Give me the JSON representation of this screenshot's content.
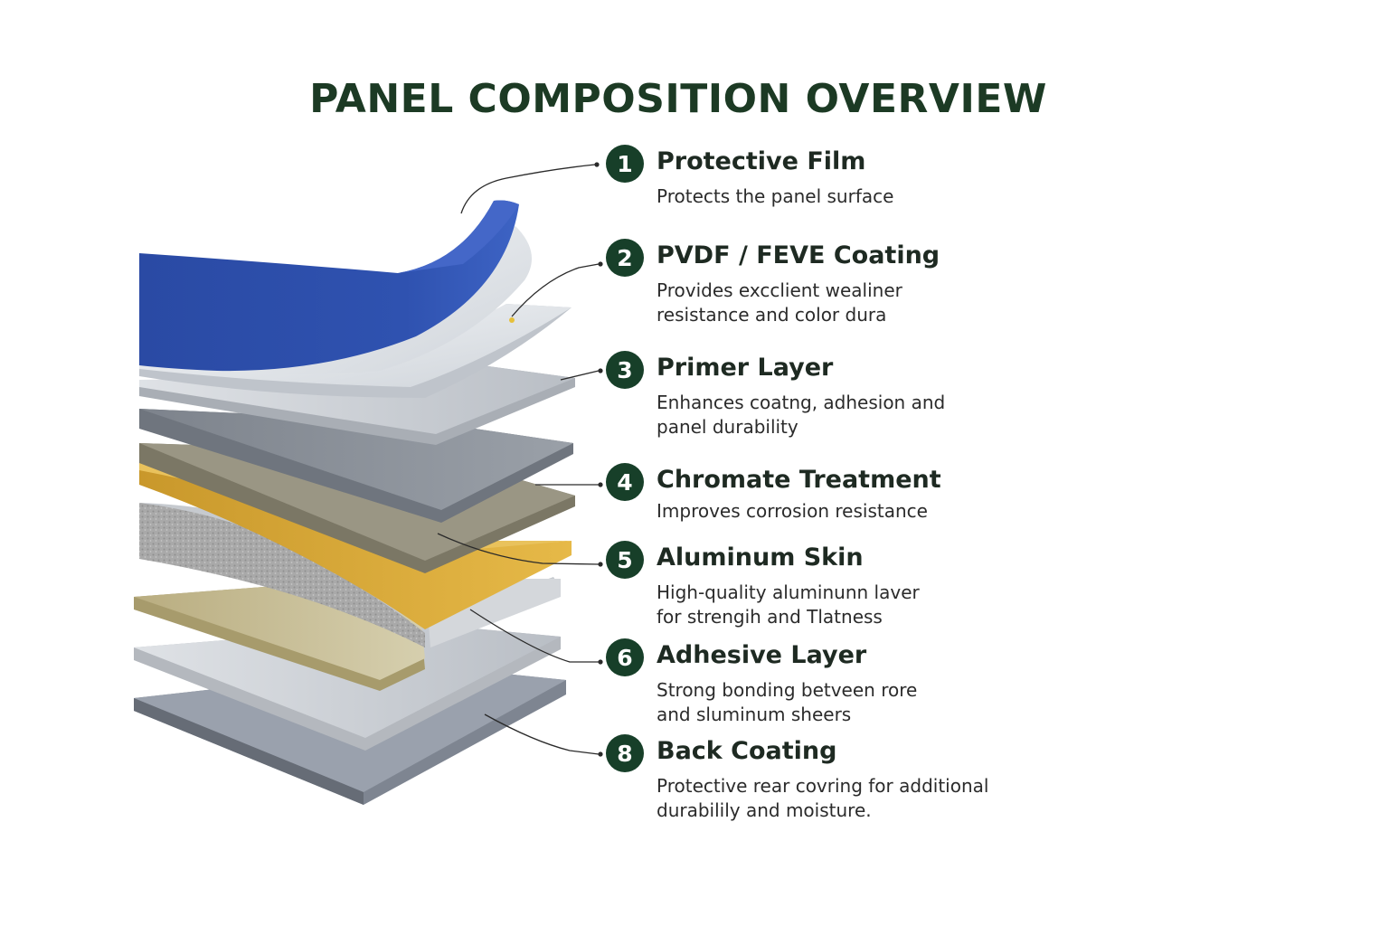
{
  "title": "PANEL COMPOSITION OVERVIEW",
  "layers": [
    {
      "number": "1",
      "name": "Protective Film",
      "description": "Protects the panel surface"
    },
    {
      "number": "2",
      "name": "PVDF / FEVE Coating",
      "description": "Provides excclient wealiner resistance and color dura"
    },
    {
      "number": "3",
      "name": "Primer Layer",
      "description": "Enhances coatng, adhesion and panel durability"
    },
    {
      "number": "4",
      "name": "Chromate Treatment",
      "description": "Improves corrosion resistance"
    },
    {
      "number": "5",
      "name": "Aluminum Skin",
      "description": "High-quality aluminunn laver for strengih and Tlatness"
    },
    {
      "number": "6",
      "name": "Adhesive Layer",
      "description": "Strong bonding betveen rore and sluminum sheers"
    },
    {
      "number": "8",
      "name": "Back Coating",
      "description": "Protective rear covring for additional durabilily and moisture."
    }
  ],
  "colors": {
    "badge": "#173f29",
    "title": "#1c3a24",
    "film": "#2f4fa6",
    "gold": "#d9a93a",
    "silver": "#c3c7cc",
    "slate": "#8a909a",
    "core": "#a7a7a7"
  }
}
